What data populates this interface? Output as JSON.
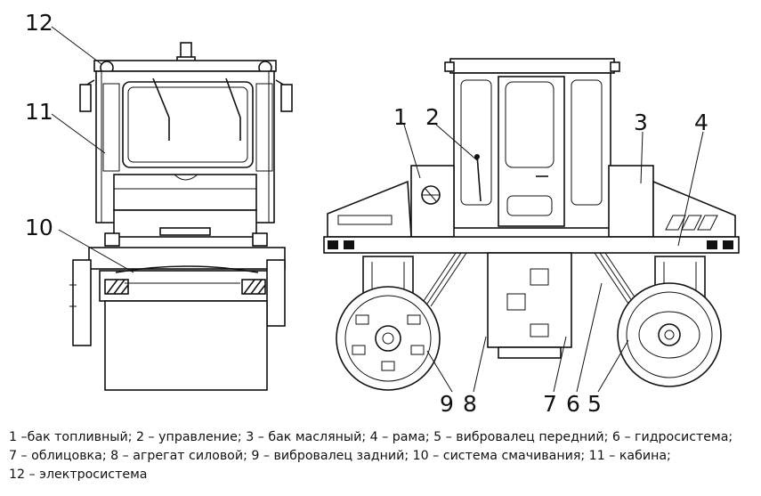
{
  "callouts": {
    "c1": "1",
    "c2": "2",
    "c3": "3",
    "c4": "4",
    "c5": "5",
    "c6": "6",
    "c7": "7",
    "c8": "8",
    "c9": "9",
    "c10": "10",
    "c11": "11",
    "c12": "12"
  },
  "caption": {
    "line1": "1 –бак топливный; 2 – управление; 3 – бак масляный; 4 – рама; 5 – вибровалец передний; 6 – гидросистема;",
    "line2": "7 – облицовка; 8 – агрегат силовой; 9 – вибровалец задний; 10 – система смачивания; 11 – кабина;",
    "line3": "12 – электросистема"
  }
}
